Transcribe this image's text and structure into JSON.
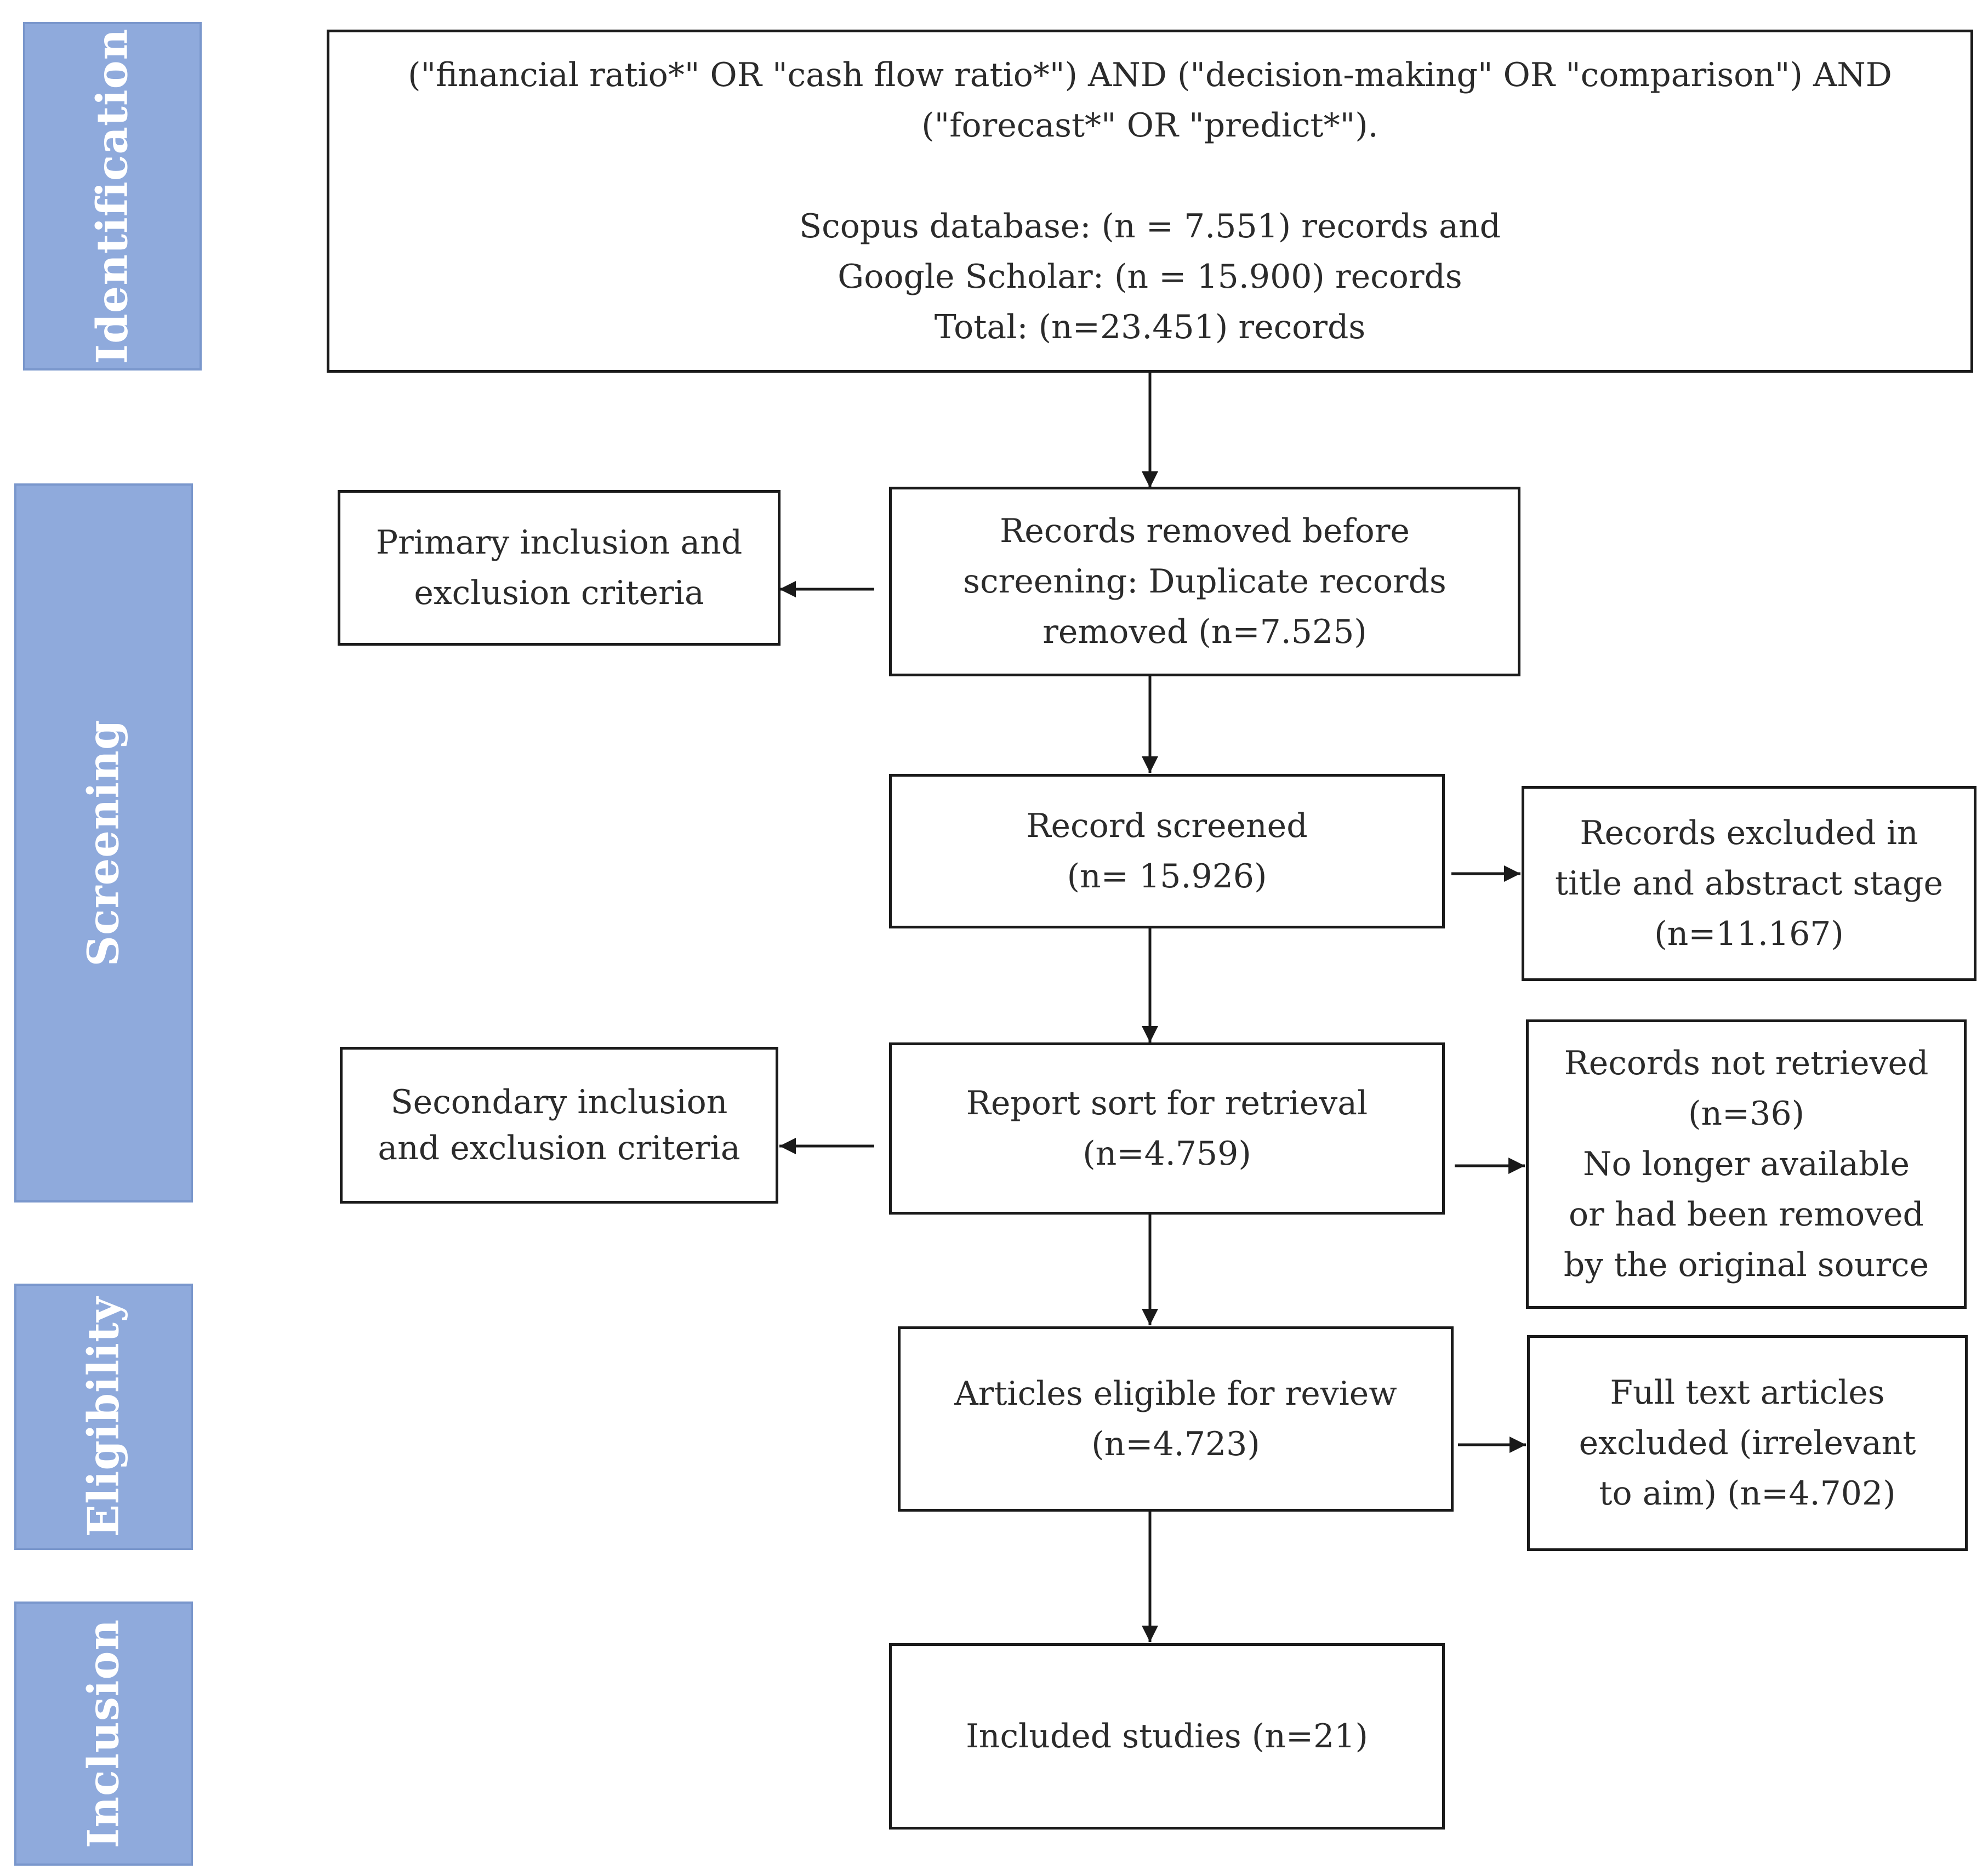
{
  "stages": {
    "identification": "Identification",
    "screening": "Screening",
    "eligibility": "Eligibility",
    "inclusion": "Inclusion"
  },
  "boxes": {
    "search": {
      "query_line1": "(\"financial ratio*\" OR \"cash flow ratio*\") AND (\"decision-making\" OR \"comparison\") AND",
      "query_line2": "(\"forecast*\" OR \"predict*\").",
      "scopus": "Scopus database: (n = 7.551) records and",
      "scholar": "Google Scholar: (n = 15.900) records",
      "total": "Total: (n=23.451) records"
    },
    "removed": {
      "line1": "Records removed before",
      "line2": "screening: Duplicate records",
      "line3": "removed (n=7.525)"
    },
    "primary_criteria": {
      "line1": "Primary inclusion and",
      "line2": "exclusion criteria"
    },
    "screened": {
      "line1": "Record screened",
      "line2": "(n= 15.926)"
    },
    "excluded_title": {
      "line1": "Records excluded in",
      "line2": "title and abstract stage",
      "line3": "(n=11.167)"
    },
    "retrieval": {
      "line1": "Report sort for retrieval",
      "line2": "(n=4.759)"
    },
    "secondary_criteria": {
      "line1": "Secondary inclusion",
      "line2": "and exclusion criteria"
    },
    "not_retrieved": {
      "line1": "Records not retrieved",
      "line2": "(n=36)",
      "line3": "No longer available",
      "line4": "or had been removed",
      "line5": "by the original source"
    },
    "eligible": {
      "line1": "Articles eligible for review",
      "line2": "(n=4.723)"
    },
    "fulltext_excluded": {
      "line1": "Full text articles",
      "line2": "excluded (irrelevant",
      "line3": "to aim) (n=4.702)"
    },
    "included": {
      "line1": "Included studies (n=21)"
    }
  }
}
